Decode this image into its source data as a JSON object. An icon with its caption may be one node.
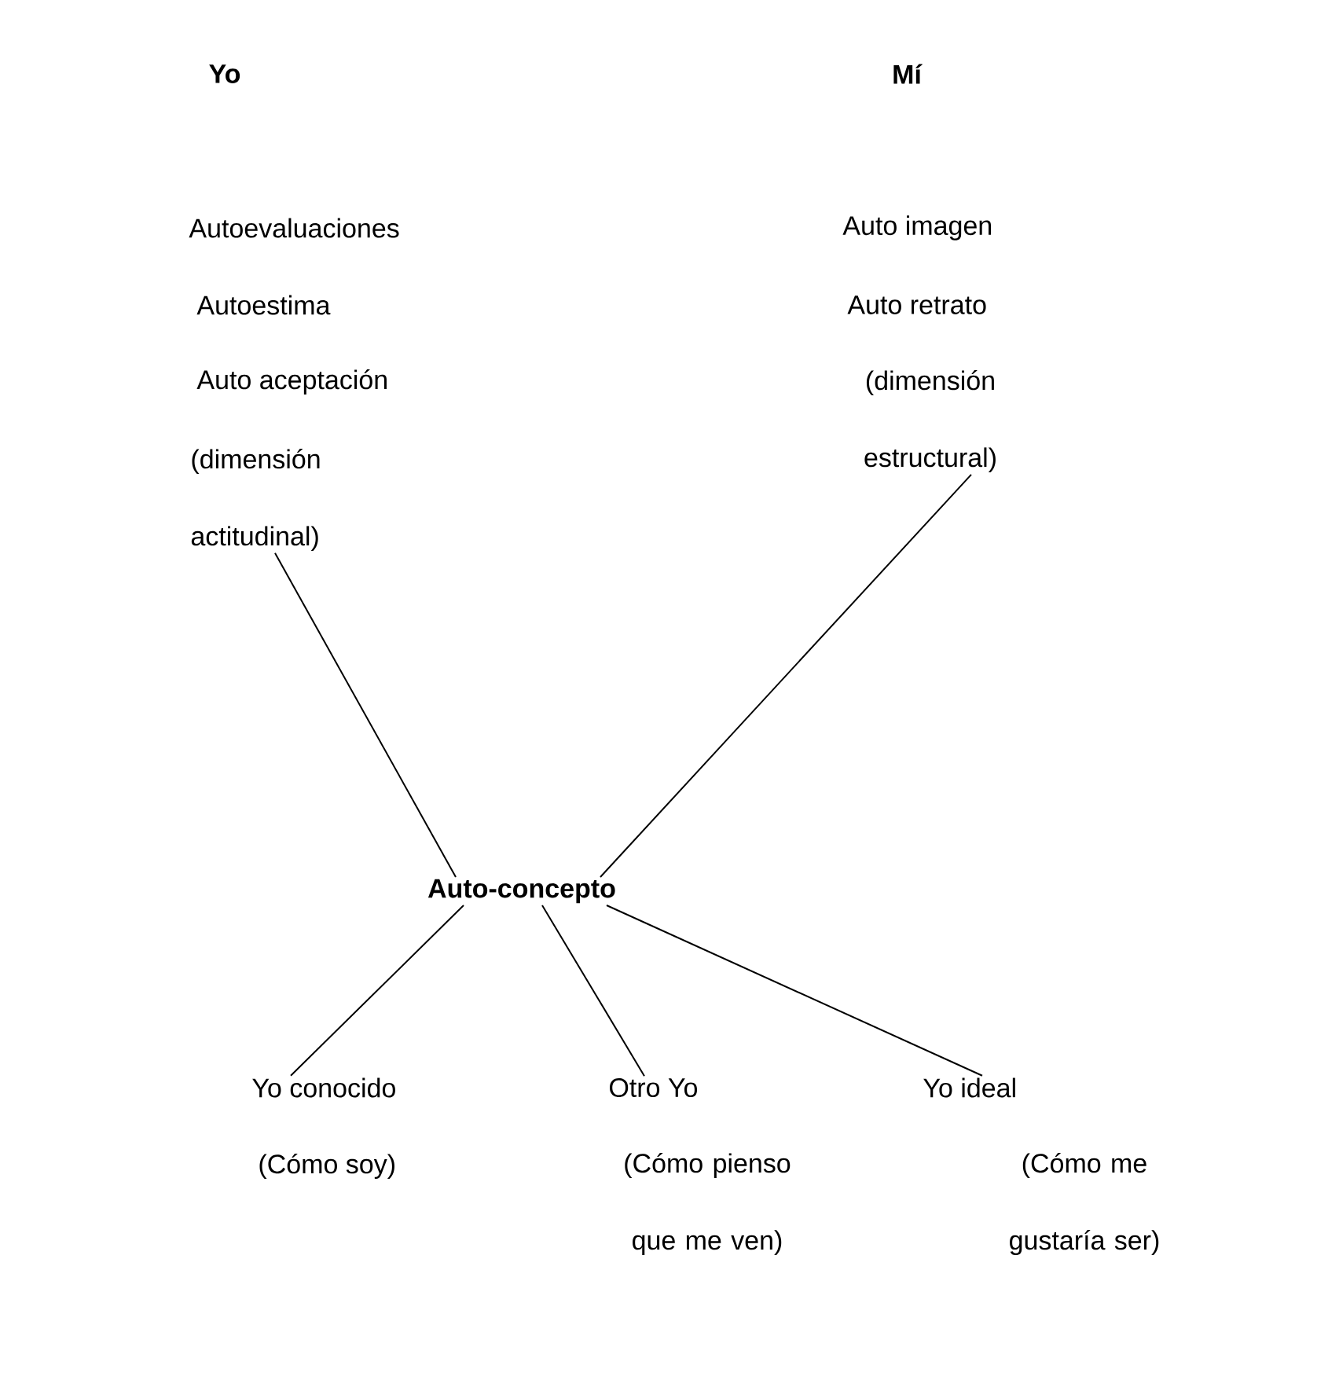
{
  "diagram": {
    "nodes": [
      {
        "text": [
          "Yo",
          "Autoevaluaciones",
          "Autoestima",
          "Auto aceptación",
          "(dimensión actitudinal)"
        ]
      },
      {
        "text": [
          "Mí",
          "Auto imagen",
          "Auto retrato",
          "(dimensión estructural)"
        ]
      },
      {
        "text": [
          "Auto-concepto"
        ]
      },
      {
        "text": [
          "Yo conocido",
          "(Cómo soy)"
        ]
      },
      {
        "text": [
          "Otro Yo",
          "(Cómo pienso que me ven)"
        ]
      },
      {
        "text": [
          "Yo ideal",
          "(Cómo me gustaría ser)"
        ]
      }
    ],
    "edges": [
      {
        "from": 0,
        "to": 2,
        "arrow": "none"
      },
      {
        "from": 1,
        "to": 2,
        "arrow": "none"
      },
      {
        "from": 2,
        "to": 3,
        "arrow": "none"
      },
      {
        "from": 2,
        "to": 4,
        "arrow": "none"
      },
      {
        "from": 2,
        "to": 5,
        "arrow": "none"
      }
    ]
  }
}
